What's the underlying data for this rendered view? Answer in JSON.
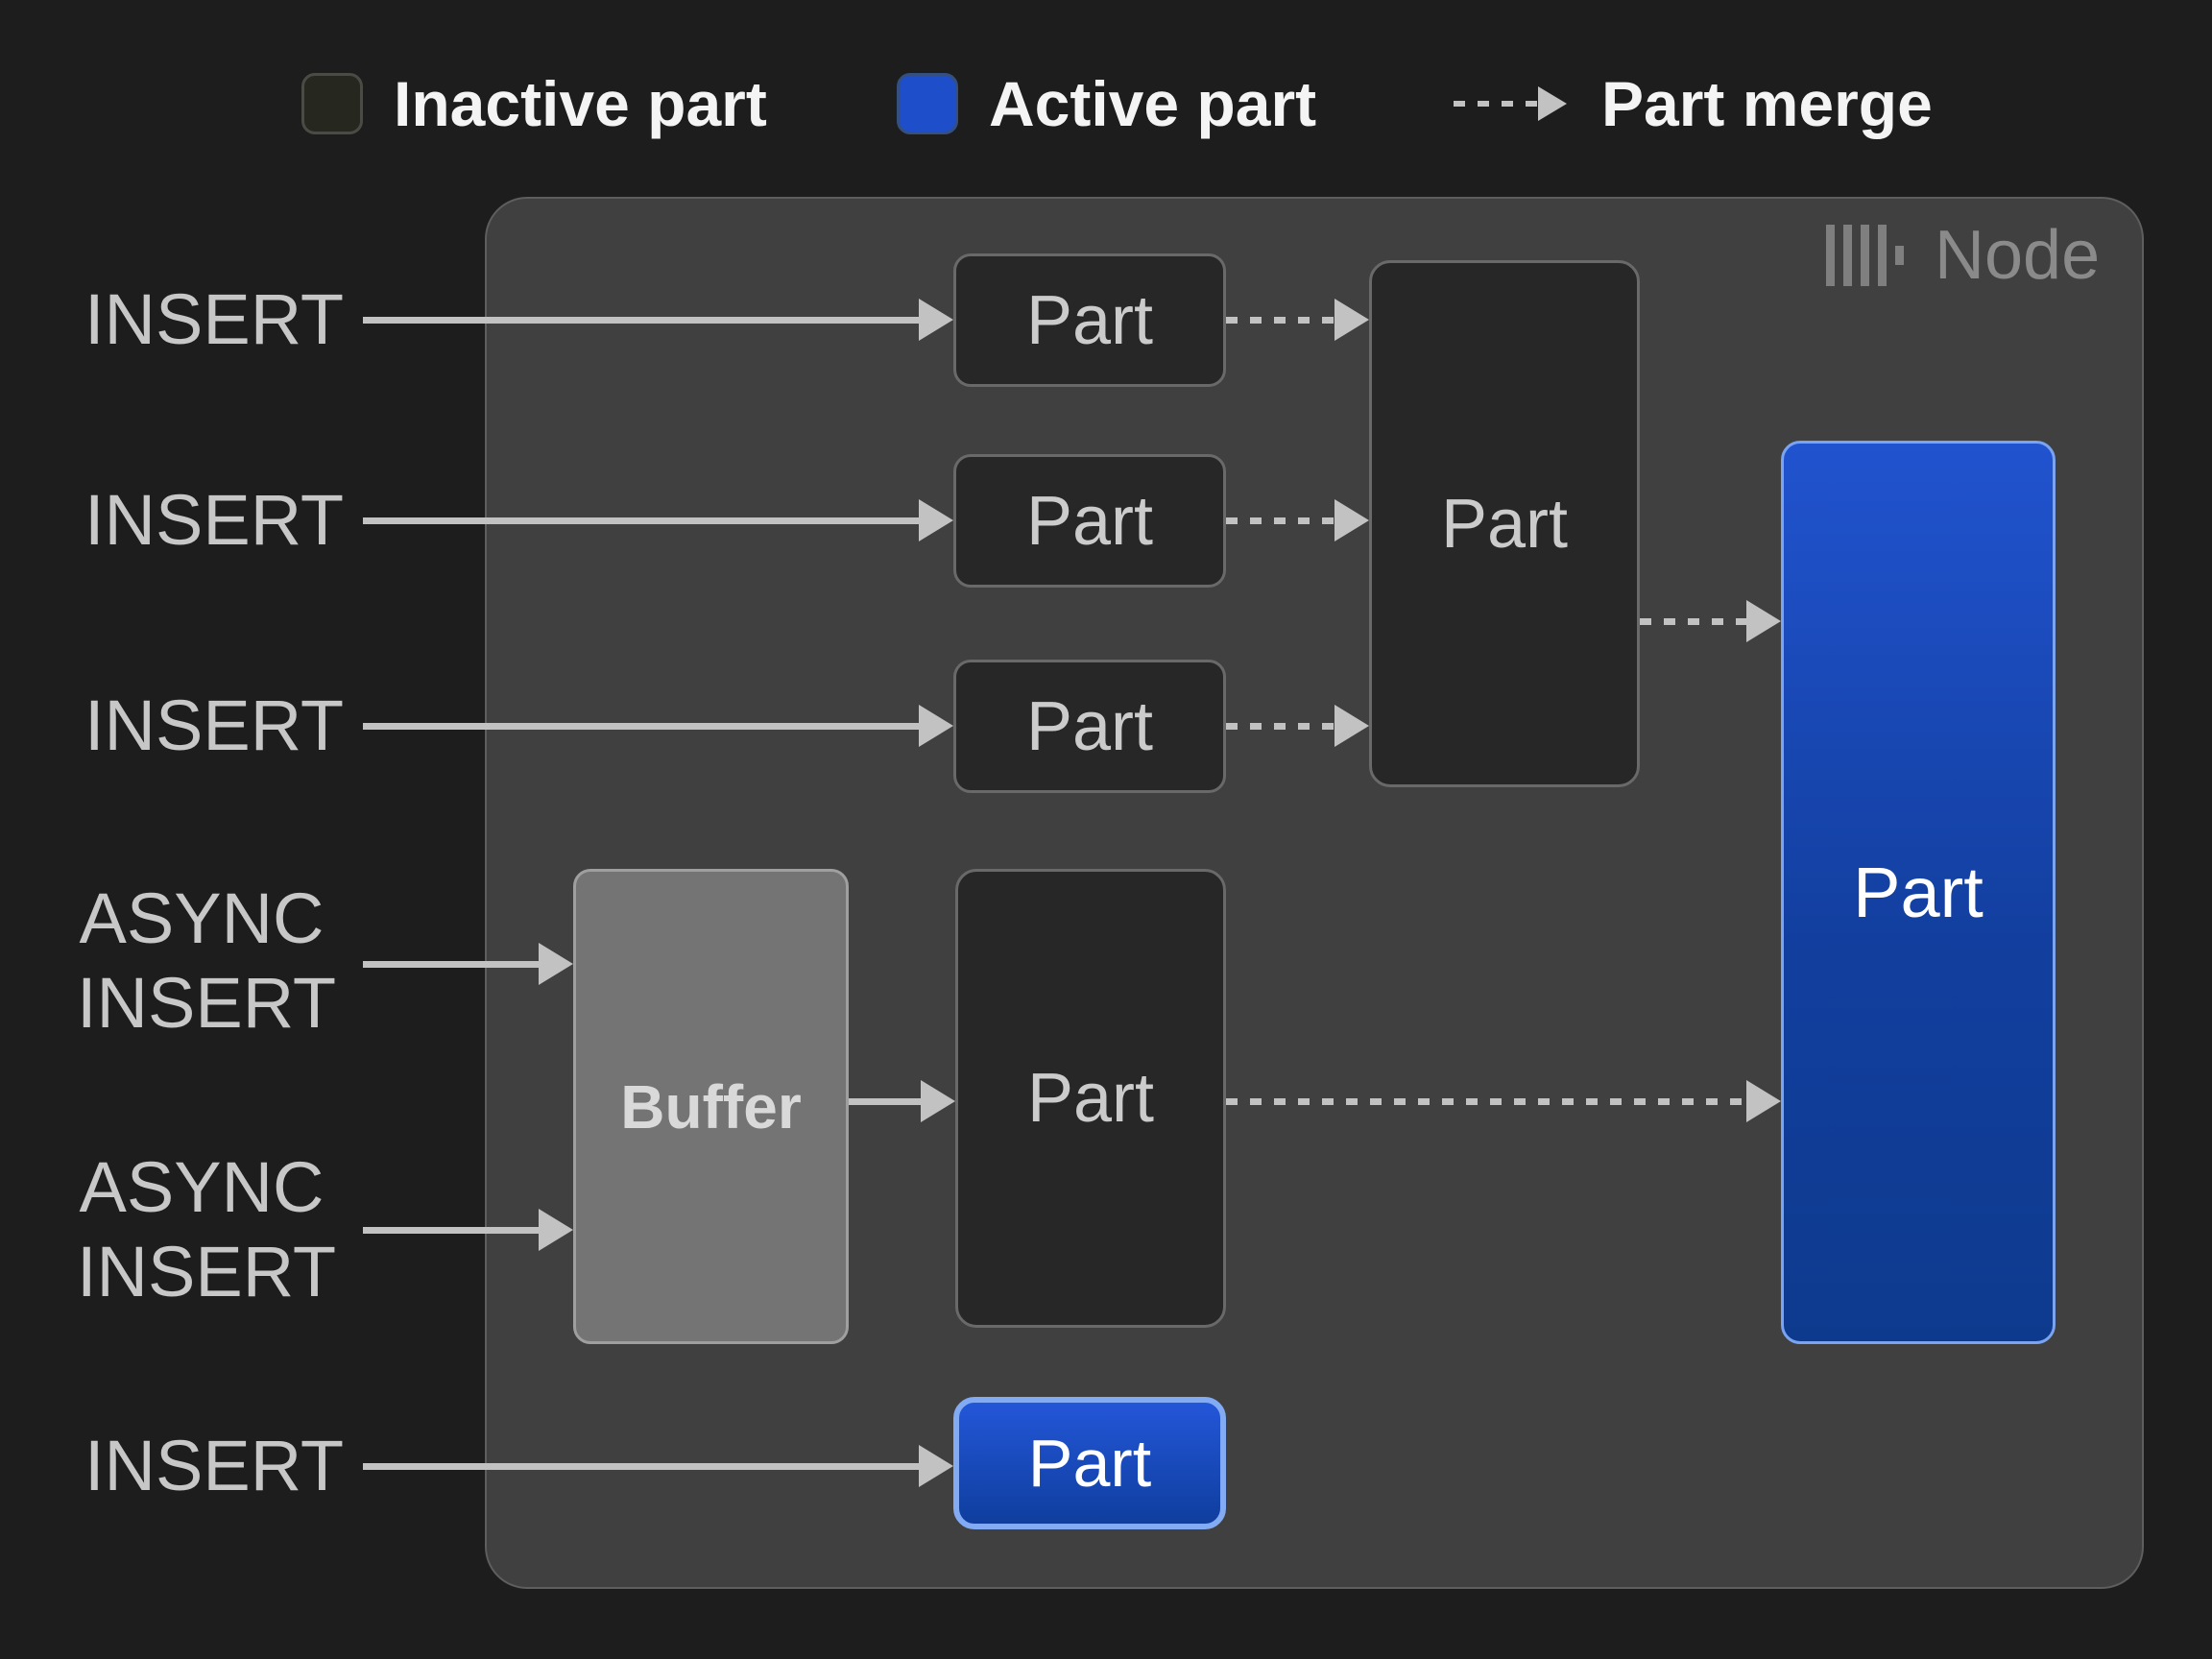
{
  "legend": {
    "inactive_label": "Inactive part",
    "active_label": "Active part",
    "merge_label": "Part merge"
  },
  "node": {
    "title": "Node",
    "logo_icon": "clickhouse-bars-icon"
  },
  "sources": [
    {
      "label": "INSERT"
    },
    {
      "label": "INSERT"
    },
    {
      "label": "INSERT"
    },
    {
      "line1": "ASYNC",
      "line2": "INSERT"
    },
    {
      "line1": "ASYNC",
      "line2": "INSERT"
    },
    {
      "label": "INSERT"
    }
  ],
  "boxes": {
    "small_parts": [
      "Part",
      "Part",
      "Part"
    ],
    "merge_part": "Part",
    "buffer": "Buffer",
    "tall_part": "Part",
    "active_large_part": "Part",
    "active_small_part": "Part"
  },
  "icons": {
    "merge_arrow": "dashed-arrow-right-icon",
    "insert_arrow": "solid-arrow-right-icon"
  },
  "colors": {
    "background": "#1d1d1e",
    "node_fill": "#404040",
    "node_border": "#5e5e5e",
    "inactive_part_fill": "#272727",
    "inactive_part_border": "#696969",
    "active_blue": "#1e4ec9",
    "active_gradient_top": "#2153cf",
    "active_gradient_bottom": "#0e3a8e",
    "active_border_light_blue": "#7aa4f0",
    "buffer_fill": "#747474",
    "arrow_gray": "#c2c2c2",
    "text_white": "#f4f4f4",
    "text_gray": "#c7c7c7",
    "node_label_gray": "#8a8a8a"
  }
}
